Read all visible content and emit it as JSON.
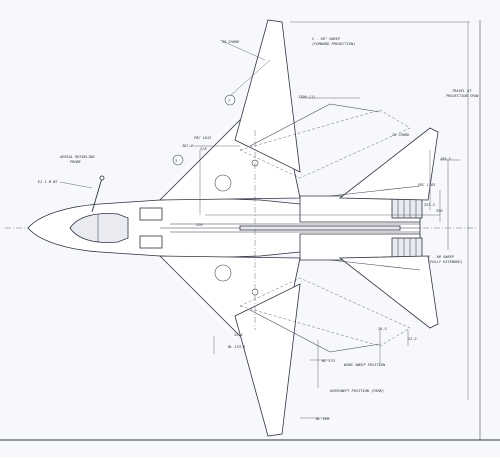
{
  "drawing": {
    "labels": {
      "aerial_refueling": "AERIAL REFUELING\nPROBE",
      "refueling_probe_short": "AERIAL REFUELING PROBE",
      "chord_top": "25 CHORD",
      "chord_right": "25 CHORD",
      "sweep_top": "S - 68° SWEEP",
      "sweep_top_sub": "(FORWARD PROJECTION)",
      "sweep_right": "S - 68 SWEEP",
      "sweep_right_sub": "(FULLY EXTENDED)",
      "projection_span": "TRAVEL AT\nPROJECTION SPAN",
      "wing_lower1": "WING SWEEP POSITION",
      "wing_lower2": "OVERSWEPT POSITION (PARK)",
      "bl_a": "BL 133.5",
      "bl_b": "BL 133",
      "bl_c": "BL 169",
      "bl_d": "BL 166",
      "c1": "1390.(1)",
      "c2": "387.7",
      "c3": "FRC 1183",
      "c4": "189.5",
      "c5": "FRC 1012",
      "c6": "220",
      "c7": "253.5",
      "c8": "350",
      "c9": "12.5",
      "c10": "22.5",
      "c11": "18.5",
      "balloon1": "①",
      "balloon2": "②"
    }
  }
}
